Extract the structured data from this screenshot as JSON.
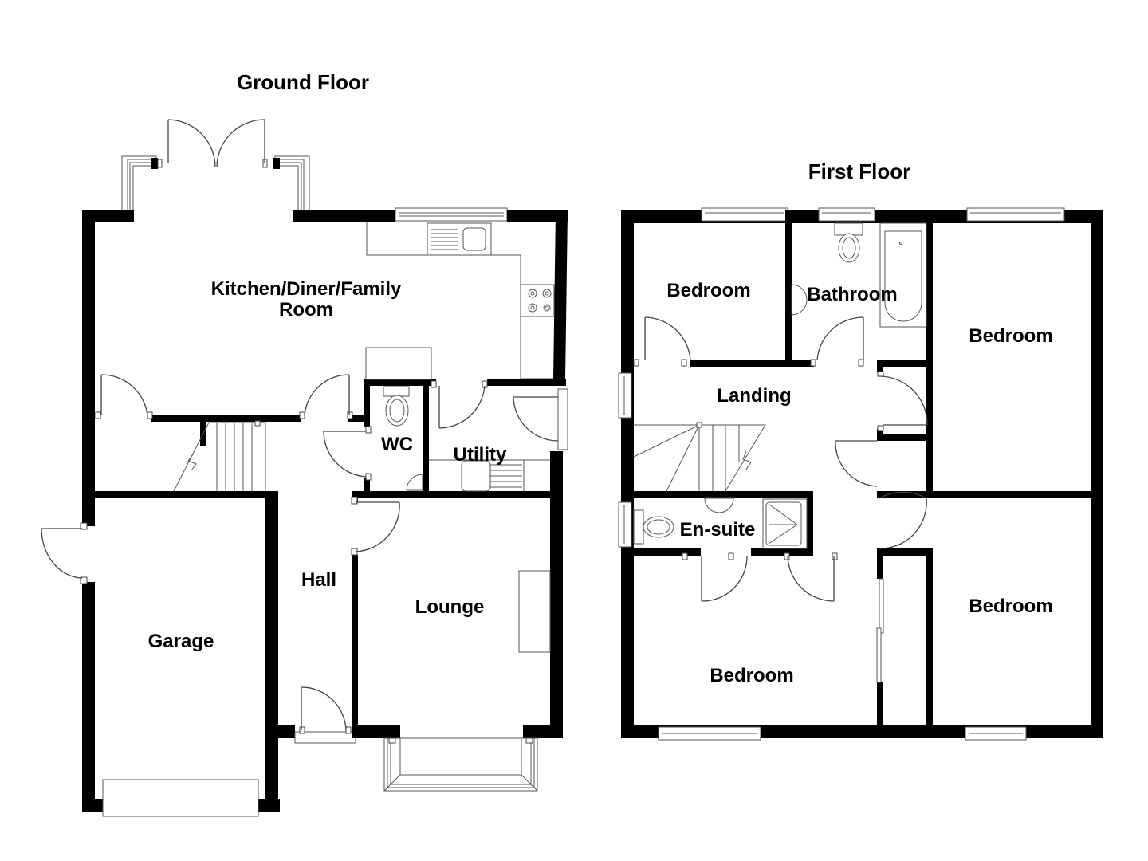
{
  "ground_floor": {
    "title": "Ground Floor",
    "rooms": {
      "kitchen_line1": "Kitchen/Diner/Family",
      "kitchen_line2": "Room",
      "wc": "WC",
      "utility": "Utility",
      "hall": "Hall",
      "lounge": "Lounge",
      "garage": "Garage"
    }
  },
  "first_floor": {
    "title": "First Floor",
    "rooms": {
      "bedroom_top_left": "Bedroom",
      "bathroom": "Bathroom",
      "bedroom_top_right": "Bedroom",
      "landing": "Landing",
      "ensuite": "En-suite",
      "bedroom_bottom_left": "Bedroom",
      "bedroom_bottom_right": "Bedroom"
    }
  },
  "colors": {
    "wall": "#000000",
    "background": "#ffffff",
    "fixture_stroke": "#555555"
  }
}
